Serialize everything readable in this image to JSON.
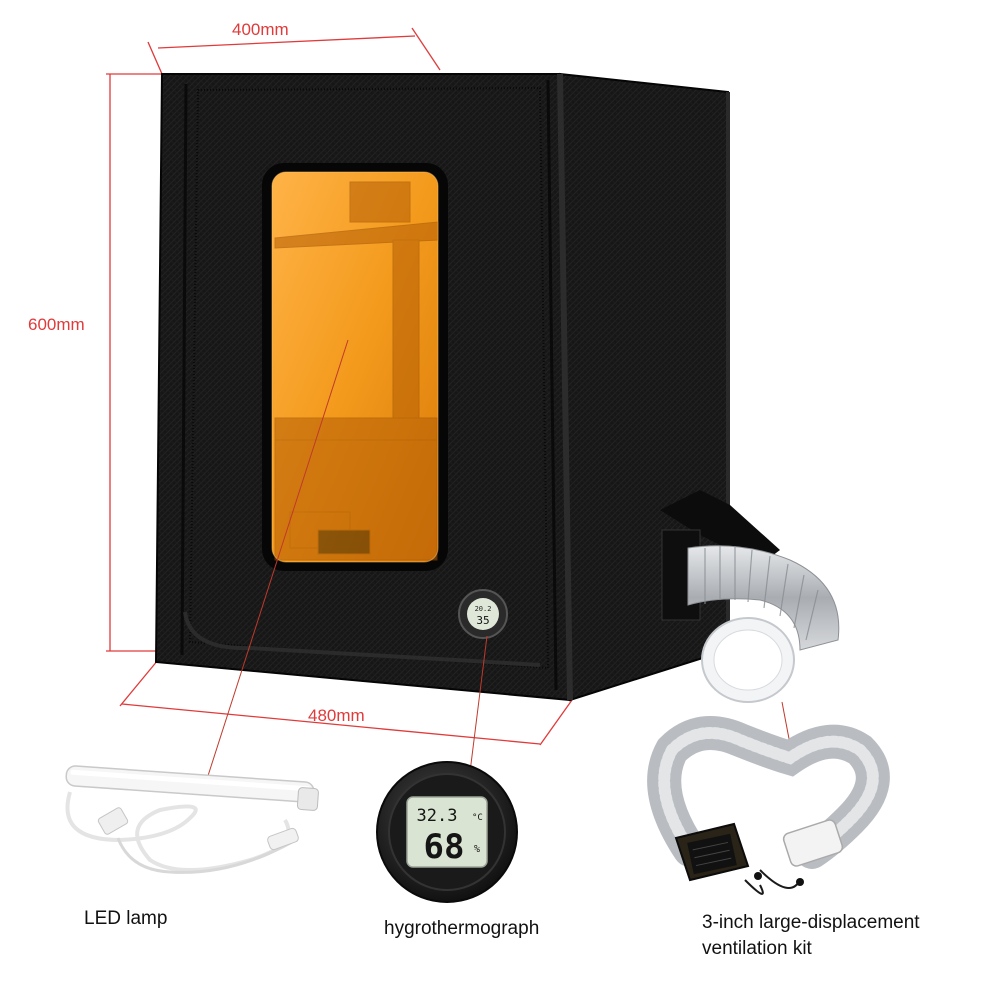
{
  "dimensions": {
    "width": "400mm",
    "height": "600mm",
    "depth": "480mm"
  },
  "door_hygrometer": {
    "top_reading": "20.2",
    "bottom_reading": "35"
  },
  "hygrometer_display": {
    "temperature": "32.3",
    "temperature_unit": "°C",
    "humidity": "68",
    "humidity_unit": "%"
  },
  "captions": {
    "lamp": "LED lamp",
    "hygrometer": "hygrothermograph",
    "vent_line1": "3-inch large-displacement",
    "vent_line2": "ventilation kit"
  },
  "colors": {
    "dimension_lines": "#e03a3a",
    "enclosure": "#141414",
    "window": "#f39a1c",
    "duct": "#bfc3c7"
  },
  "icons": {
    "lamp": "led-tube-lamp-icon",
    "hygrometer": "round-digital-hygrometer-icon",
    "vent": "duct-fan-kit-icon"
  }
}
